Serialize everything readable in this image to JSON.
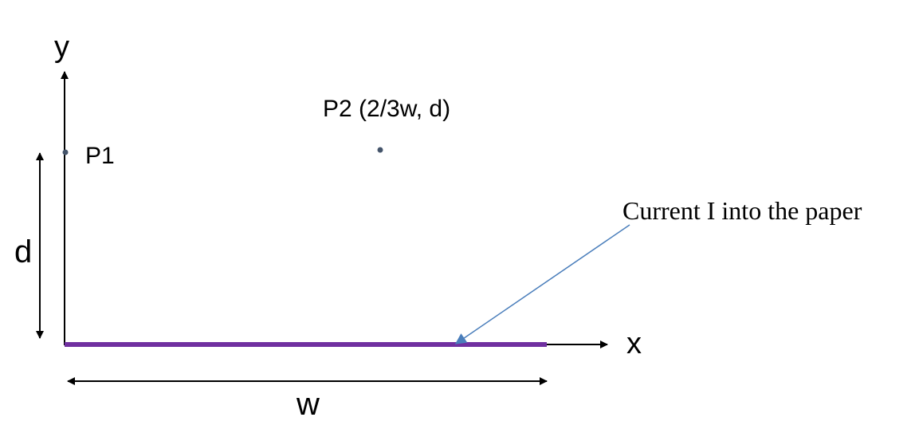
{
  "labels": {
    "y_axis": "y",
    "x_axis": "x",
    "p1": "P1",
    "p2": "P2 (2/3w, d)",
    "d": "d",
    "w": "w",
    "current": "Current I into the paper"
  },
  "colors": {
    "wire": "#7030a0",
    "pointer": "#4a7ebb",
    "points": "#44546a",
    "lines": "#000000"
  }
}
